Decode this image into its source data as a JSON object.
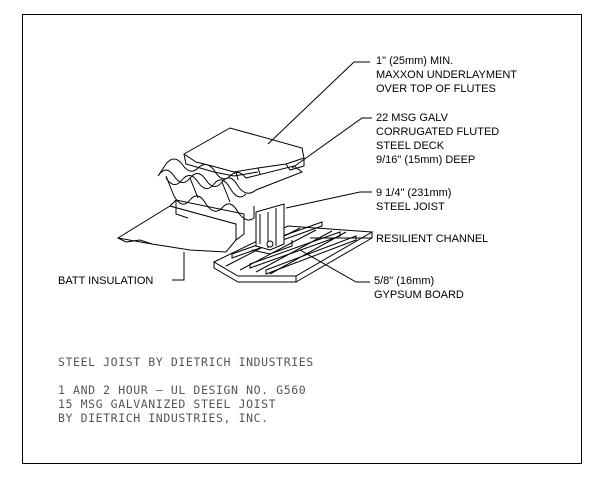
{
  "callouts": {
    "underlayment": [
      "1\" (25mm) MIN.",
      "MAXXON UNDERLAYMENT",
      "OVER TOP OF FLUTES"
    ],
    "deck": [
      "22 MSG GALV",
      "CORRUGATED FLUTED",
      "STEEL DECK",
      "9/16\" (15mm) DEEP"
    ],
    "joist": [
      "9 1/4\" (231mm)",
      "STEEL JOIST"
    ],
    "channel": [
      "RESILIENT CHANNEL"
    ],
    "gypsum": [
      "5/8\" (16mm)",
      "GYPSUM BOARD"
    ],
    "insulation": [
      "BATT INSULATION"
    ]
  },
  "notes": {
    "title": "STEEL JOIST BY DIETRICH INDUSTRIES",
    "lines": [
      "1 AND 2 HOUR – UL DESIGN NO. G560",
      "15 MSG GALVANIZED STEEL JOIST",
      "BY DIETRICH INDUSTRIES, INC."
    ]
  }
}
